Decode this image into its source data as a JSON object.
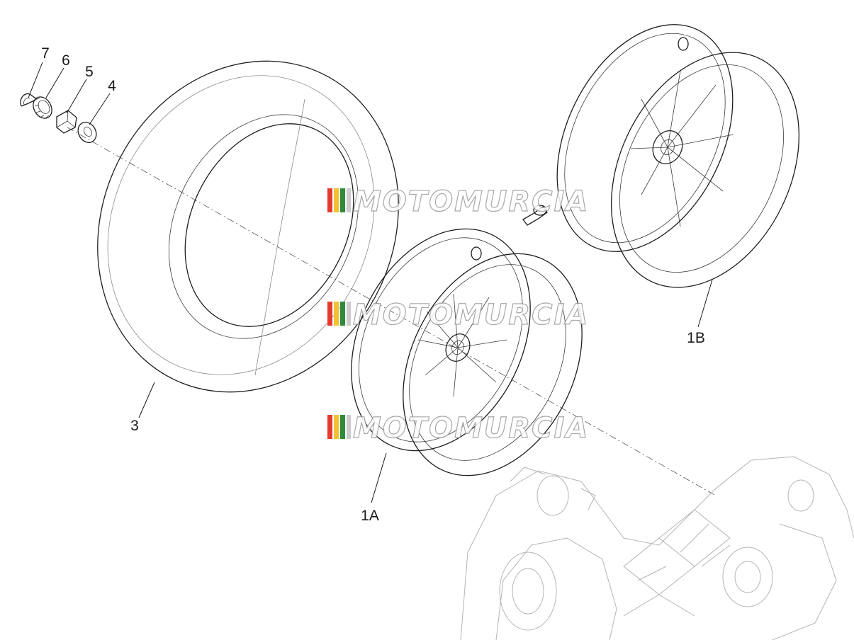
{
  "callouts": {
    "c7": "7",
    "c6": "6",
    "c5": "5",
    "c4": "4",
    "c3": "3",
    "c1A": "1A",
    "c1B": "1B"
  },
  "watermark": {
    "text": "MOTOMURCIA",
    "flag_colors": [
      "#e63a2e",
      "#f2c230",
      "#2e8b3a",
      "#cccccc"
    ]
  }
}
